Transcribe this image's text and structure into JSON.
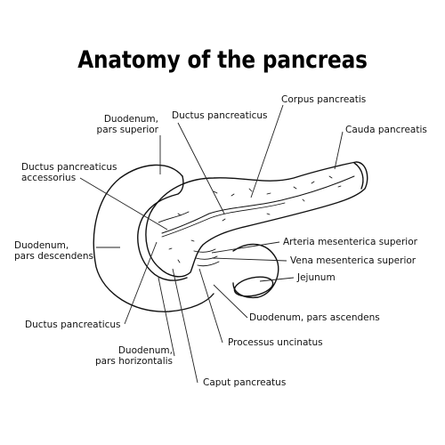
{
  "title": "Anatomy of the pancreas",
  "labels": {
    "duodenum_superior": [
      "Duodenum,",
      "pars superior"
    ],
    "ductus_pancreaticus_top": "Ductus pancreaticus",
    "corpus_pancreatis": "Corpus pancreatis",
    "cauda_pancreatis": "Cauda pancreatis",
    "ductus_accessorius": [
      "Ductus pancreaticus",
      "accessorius"
    ],
    "duodenum_descendens": [
      "Duodenum,",
      "pars descendens"
    ],
    "arteria_mesenterica": "Arteria mesenterica superior",
    "vena_mesenterica": "Vena mesenterica superior",
    "jejunum": "Jejunum",
    "duodenum_ascendens": "Duodenum, pars ascendens",
    "ductus_pancreaticus_bottom": "Ductus pancreaticus",
    "processus_uncinatus": "Processus uncinatus",
    "duodenum_horizontalis": [
      "Duodenum,",
      "pars horizontalis"
    ],
    "caput_pancreatus": "Caput pancreatus"
  },
  "stock_id": "604911280"
}
